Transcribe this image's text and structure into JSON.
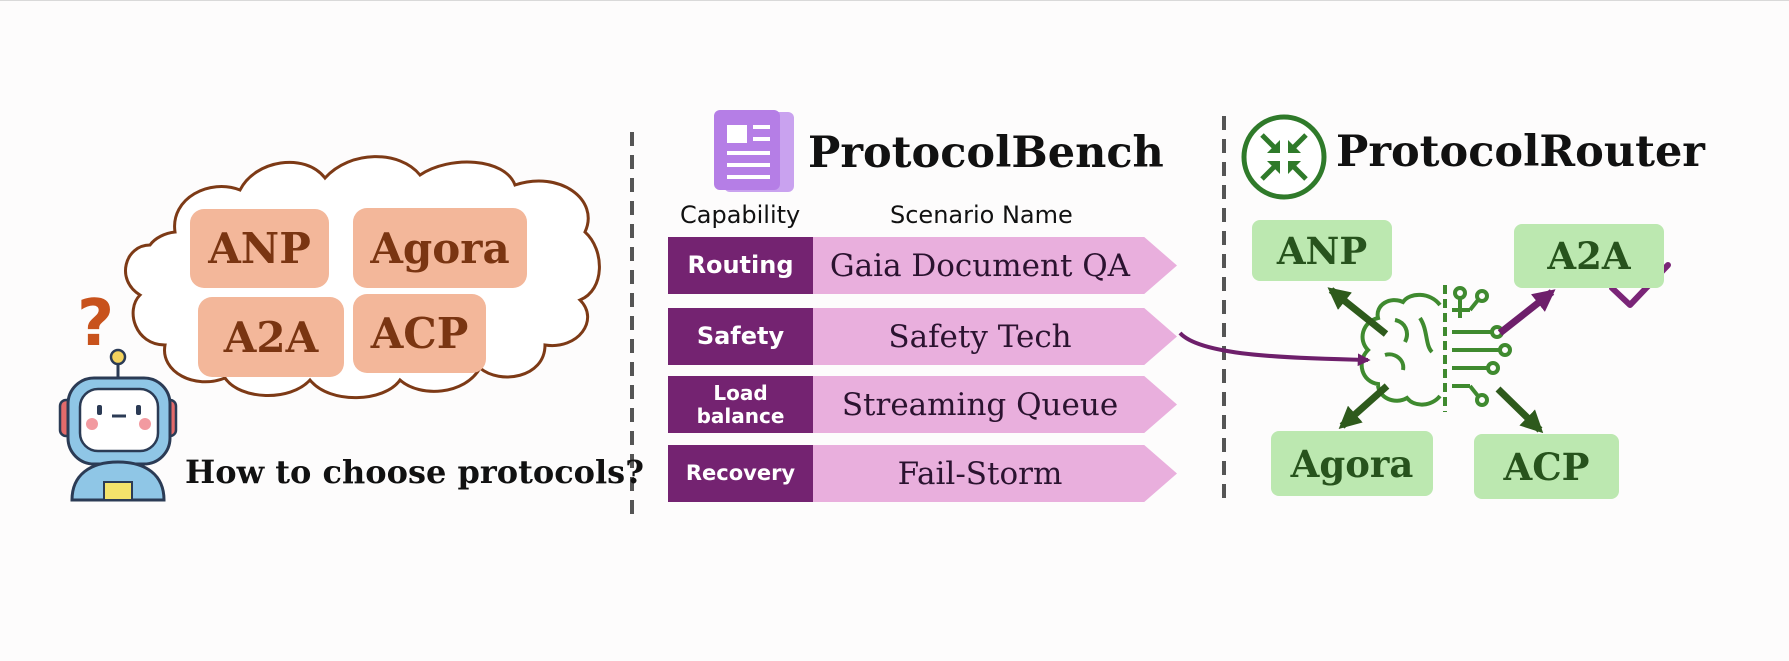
{
  "left_panel": {
    "cloud_protocols": [
      "ANP",
      "Agora",
      "A2A",
      "ACP"
    ],
    "question": "How to choose protocols?"
  },
  "bench": {
    "title": "ProtocolBench",
    "col_capability": "Capability",
    "col_scenario": "Scenario Name",
    "rows": [
      {
        "capability": "Routing",
        "scenario": "Gaia Document QA"
      },
      {
        "capability": "Safety",
        "scenario": "Safety Tech"
      },
      {
        "capability": "Load balance",
        "scenario": "Streaming Queue"
      },
      {
        "capability": "Recovery",
        "scenario": "Fail-Storm"
      }
    ]
  },
  "router": {
    "title": "ProtocolRouter",
    "protocols": [
      "ANP",
      "A2A",
      "Agora",
      "ACP"
    ],
    "selected": "A2A"
  },
  "colors": {
    "cloud_box": "#f3b79a",
    "cloud_text": "#7a3512",
    "capability_bg": "#742371",
    "scenario_bg": "#e9afdd",
    "router_box": "#bce8b0",
    "router_text": "#27531d",
    "arrow_green": "#2e5a1c",
    "arrow_purple": "#6e1f6b",
    "bench_icon": "#b57ee6"
  },
  "icons": {
    "robot": "robot-icon",
    "question_mark": "question-mark-icon",
    "bench": "document-icon",
    "router": "compress-arrows-icon",
    "brain": "brain-circuit-icon",
    "check": "checkmark-icon"
  }
}
